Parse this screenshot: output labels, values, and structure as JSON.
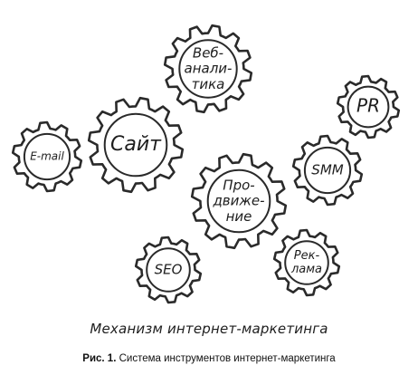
{
  "gears": [
    {
      "id": "web-analytics",
      "lines": [
        "Веб-",
        "анали-",
        "тика"
      ]
    },
    {
      "id": "site",
      "lines": [
        "Сайт"
      ]
    },
    {
      "id": "email",
      "lines": [
        "E-mail"
      ]
    },
    {
      "id": "pr",
      "lines": [
        "PR"
      ]
    },
    {
      "id": "smm",
      "lines": [
        "SMM"
      ]
    },
    {
      "id": "promotion",
      "lines": [
        "Про-",
        "движе-",
        "ние"
      ]
    },
    {
      "id": "seo",
      "lines": [
        "SEO"
      ]
    },
    {
      "id": "ads",
      "lines": [
        "Рек-",
        "лама"
      ]
    }
  ],
  "diagram_title": "Механизм интернет-маркетинга",
  "caption": {
    "number": "Рис. 1.",
    "text": "Система инструментов интернет-маркетинга"
  }
}
